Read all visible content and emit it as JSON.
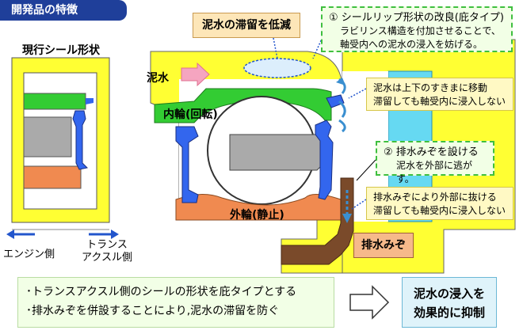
{
  "header": {
    "title": "開発品の特徴"
  },
  "current_seal": {
    "label": "現行シール形状"
  },
  "directions": {
    "engine_side": "エンジン側",
    "trans_side_line1": "トランス",
    "trans_side_line2": "アクスル側"
  },
  "diagram": {
    "sludge_title": "泥水の滞留を低減",
    "mud_label": "泥水",
    "inner_ring": "内輪(回転)",
    "outer_ring": "外輪(静止)",
    "drain_label": "排水みぞ"
  },
  "callouts": {
    "lip_title": "① シールリップ形状の改良(庇タイプ)",
    "lip_line1": "ラビリンス構造を付加させることで、",
    "lip_line2": "軸受内への泥水の浸入を妨げる。",
    "gap_line1": "泥水は上下のすきまに移動",
    "gap_line2": "滞留しても軸受内に浸入しない",
    "drain_title": "② 排水みぞを設ける",
    "drain_line": "泥水を外部に逃がす。",
    "out_line1": "排水みぞにより外部に抜ける",
    "out_line2": "滞留しても軸受内に浸入しない"
  },
  "summary": {
    "line1": "･トランスアクスル側のシールの形状を庇タイプとする",
    "line2": "･排水みぞを併設することにより,泥水の滞留を防ぐ"
  },
  "result": {
    "line1": "泥水の浸入を",
    "line2": "効果的に抑制"
  },
  "colors": {
    "yellow": "#ffff33",
    "green": "#33cc33",
    "blue": "#3366ee",
    "orange": "#f08a50",
    "gray": "#aaaaaa",
    "cyan": "#66d9f2",
    "brown": "#7a4a2a",
    "navy": "#1f3f9a"
  }
}
